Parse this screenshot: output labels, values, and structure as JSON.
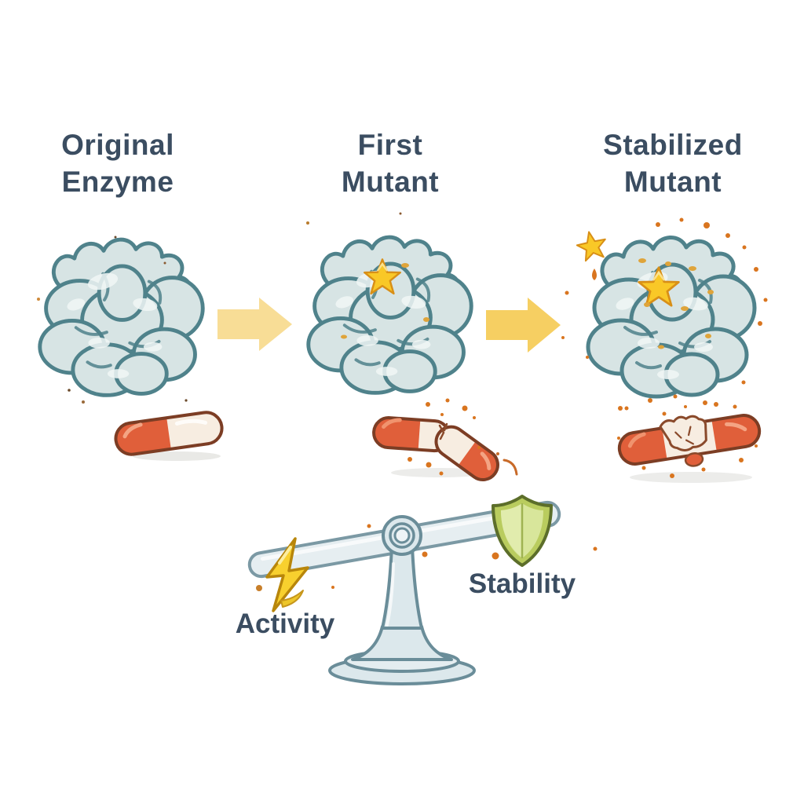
{
  "diagram": {
    "stages": [
      {
        "label": "Original Enzyme",
        "label_line1": "Original",
        "label_line2": "Enzyme",
        "enzyme_icon": "enzyme-blob-icon",
        "pill_icon": "pill-intact-icon",
        "star_count": 0
      },
      {
        "label": "First Mutant",
        "label_line1": "First",
        "label_line2": "Mutant",
        "enzyme_icon": "enzyme-blob-icon",
        "pill_icon": "pill-bent-broken-icon",
        "star_count": 1
      },
      {
        "label": "Stabilized Mutant",
        "label_line1": "Stabilized",
        "label_line2": "Mutant",
        "enzyme_icon": "enzyme-blob-icon",
        "pill_icon": "pill-crushed-broken-icon",
        "star_count": 2
      }
    ],
    "arrows": [
      {
        "name": "arrow-original-to-first",
        "direction": "right",
        "color": "#f8dd96"
      },
      {
        "name": "arrow-first-to-stabilized",
        "direction": "right",
        "color": "#f6cf62"
      }
    ],
    "balance": {
      "left_label": "Activity",
      "left_icon": "lightning-icon",
      "right_label": "Stability",
      "right_icon": "shield-icon",
      "tilt": "left-down-right-up"
    },
    "colors": {
      "label_text": "#3b4d61",
      "enzyme_fill": "#d7e4e4",
      "enzyme_outline": "#4f828b",
      "star_yellow": "#f9c827",
      "pill_orange": "#e05f3a",
      "pill_cream": "#f7ede1",
      "shield_green": "#d8e69b",
      "bolt_yellow": "#f8d02e",
      "debris_orange": "#d9751f",
      "scale_grey": "#dce8ec",
      "background": "#ffffff"
    }
  }
}
